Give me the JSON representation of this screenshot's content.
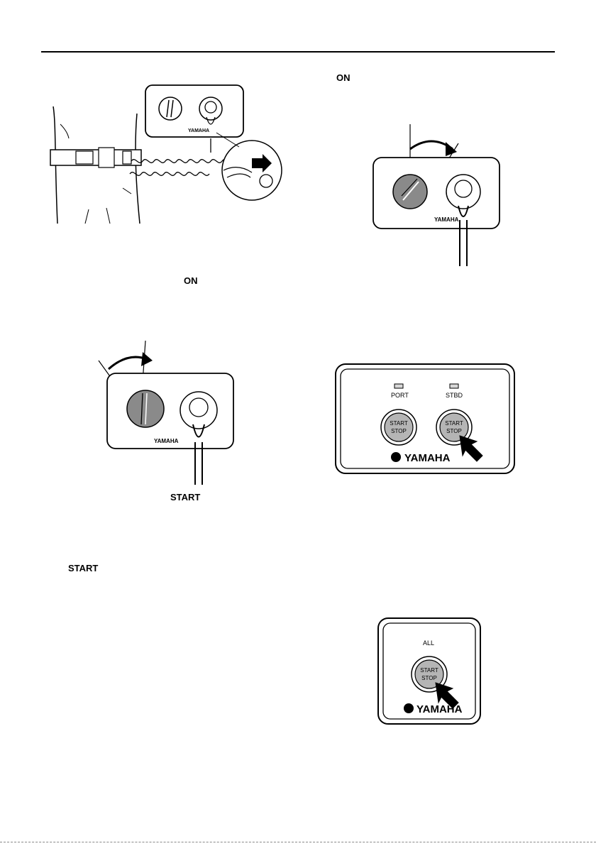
{
  "labels": {
    "on_top": "ON",
    "on_mid": "ON",
    "start_mid": "START",
    "start_left": "START"
  },
  "panels": {
    "brand": "YAMAHA",
    "port": "PORT",
    "stbd": "STBD",
    "start_word": "START",
    "stop_word": "STOP",
    "all": "ALL"
  }
}
